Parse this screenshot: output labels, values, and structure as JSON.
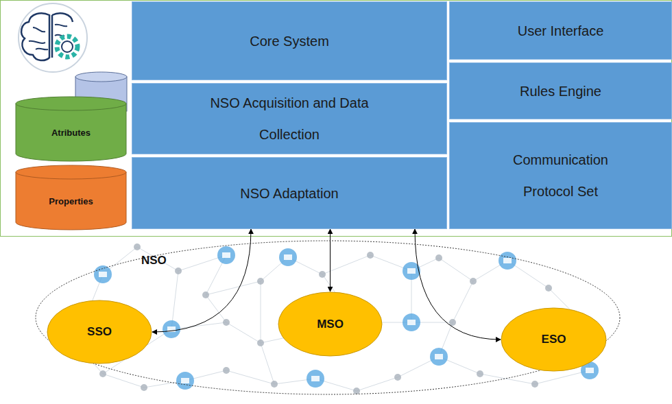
{
  "diagram": {
    "nodes": [
      {
        "text": [
          "Atributes"
        ]
      },
      {
        "text": [
          "Properties"
        ]
      },
      {
        "text": [
          "Core System"
        ]
      },
      {
        "text": [
          "User Interface"
        ]
      },
      {
        "text": [
          "NSO Acquisition and Data Collection"
        ]
      },
      {
        "text": [
          "Rules Engine"
        ]
      },
      {
        "text": [
          "NSO Adaptation"
        ]
      },
      {
        "text": [
          "Communication Protocol Set"
        ]
      },
      {
        "text": [
          "NSO"
        ]
      },
      {
        "text": [
          "SSO"
        ],
        "in": 8
      },
      {
        "text": [
          "MSO"
        ],
        "in": 8
      },
      {
        "text": [
          "ESO"
        ],
        "in": 8
      }
    ],
    "edges": [
      {
        "from": 9,
        "to": 6,
        "arrow": "both"
      },
      {
        "from": 10,
        "to": 6,
        "arrow": "both"
      },
      {
        "from": 11,
        "to": 6,
        "arrow": "both"
      }
    ]
  }
}
